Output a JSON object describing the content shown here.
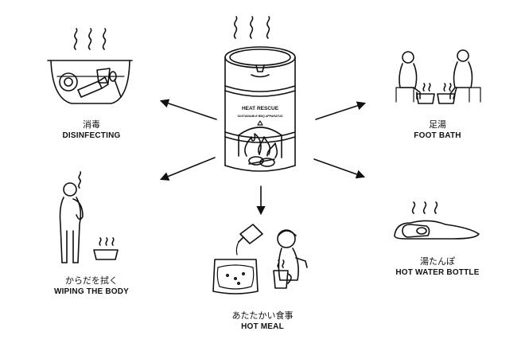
{
  "center": {
    "drum_label_main": "HEAT RESCUE",
    "drum_label_sub": "SUSTAINABLE BBQ APPARATUS"
  },
  "uses": [
    {
      "id": "disinfecting",
      "ja": "消毒",
      "en": "DISINFECTING"
    },
    {
      "id": "foot-bath",
      "ja": "足湯",
      "en": "FOOT BATH"
    },
    {
      "id": "wiping-body",
      "ja": "からだを拭く",
      "en": "WIPING THE BODY"
    },
    {
      "id": "hot-water-bottle",
      "ja": "湯たんぽ",
      "en": "HOT WATER BOTTLE"
    },
    {
      "id": "hot-meal",
      "ja": "あたたかい食事",
      "en": "HOT MEAL"
    }
  ],
  "colors": {
    "line": "#111111",
    "background": "#ffffff"
  }
}
